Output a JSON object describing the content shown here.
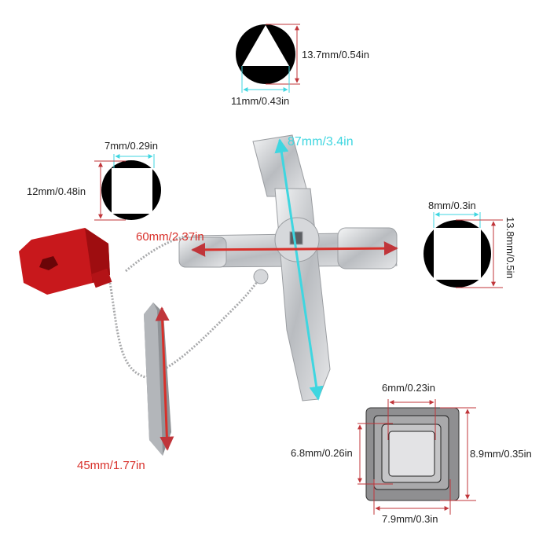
{
  "dimensions": {
    "triangle_height": "13.7mm/0.54in",
    "triangle_width": "11mm/0.43in",
    "key_length": "87mm/3.4in",
    "square_small_width": "7mm/0.29in",
    "square_small_height": "12mm/0.48in",
    "key_width": "60mm/2.37in",
    "square_large_width": "8mm/0.3in",
    "square_large_height": "13.8mm/0.5in",
    "bit_length": "45mm/1.77in",
    "step_inner_width": "6mm/0.23in",
    "step_height_inner": "6.8mm/0.26in",
    "step_height_outer": "8.9mm/0.35in",
    "step_width_middle": "7.9mm/0.3in"
  },
  "colors": {
    "dimension_red": "#c0353a",
    "dimension_cyan": "#3fd6e0",
    "cap_red": "#c8181c",
    "metal": "#c9cbcf"
  }
}
